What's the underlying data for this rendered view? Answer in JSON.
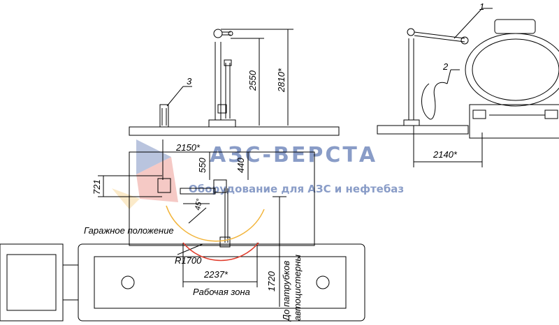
{
  "watermark": {
    "brand": "АЗС-ВЕРСТА",
    "tagline": "Оборудование для АЗС и нефтебаз"
  },
  "callouts": {
    "one": "1",
    "two": "2",
    "three": "3"
  },
  "dimensions": {
    "d2550": "2550",
    "d2810": "2810*",
    "d2150": "2150*",
    "d550": "550",
    "d440": "440",
    "d721": "721",
    "d2140": "2140*",
    "d2237": "2237*",
    "d1720": "1720",
    "r1700": "R1700",
    "d45": "45°"
  },
  "labels": {
    "garage": "Гаражное положение",
    "work_zone": "Рабочая зона",
    "to_nozzles_line1": "До патрубков",
    "to_nozzles_line2": "автоцистерны"
  },
  "colors": {
    "line": "#000000",
    "arc_red": "#e03a2a",
    "arc_yellow": "#f2b43a",
    "watermark_blue": "#2a4d9b",
    "watermark_red": "#d93a2e"
  }
}
